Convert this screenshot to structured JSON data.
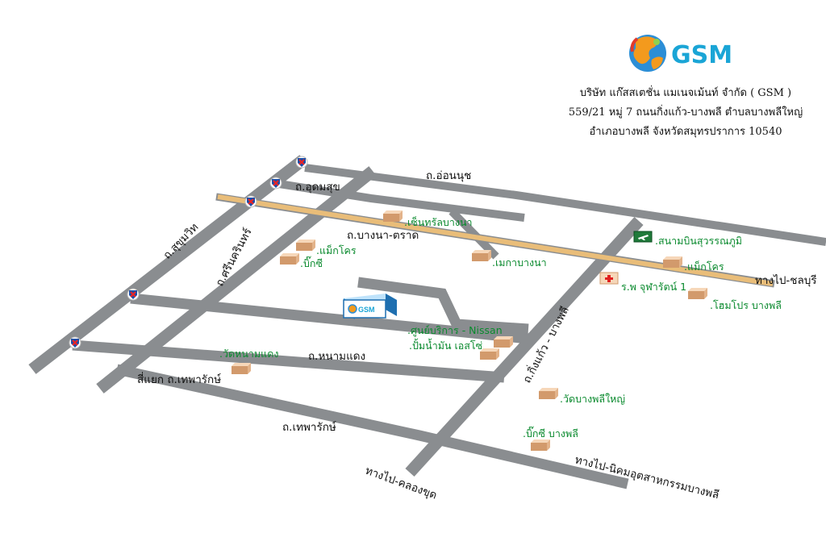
{
  "company": {
    "logo_text": "GSM",
    "line1": "บริษัท แก๊สสเตชั่น แมเนจเม้นท์ จำกัด ( GSM )",
    "line2": "559/21 หมู่ 7 ถนนกิ่งแก้ว-บางพลี  ตำบลบางพลีใหญ่",
    "line3": "อำเภอบางพลี  จังหวัดสมุทรปราการ 10540"
  },
  "roads": {
    "on_nut": "ถ.อ่อนนุช",
    "udom_suk": "ถ.อุดมสุข",
    "sukhumvit": "ถ.สุขุมวิท",
    "srinakarin": "ถ.ศรีนครินทร์",
    "bangna_trad": "ถ.บางนา-ตราด",
    "nam_daeng": "ถ.หนามแดง",
    "thepharak": "ถ.เทพารักษ์",
    "kingkaew": "ถ.กิ่งแก้ว - บางพลี",
    "thepharak_junction": "สี่แยก ถ.เทพารักษ์",
    "to_chonburi": "ทางไป-ชลบุรี",
    "to_khlong_khut": "ทางไป-คลองขุด",
    "to_industrial": "ทางไป-นิคมอุตสาหกรรมบางพลี"
  },
  "pois": {
    "central_bangna": ".เซ็นทรัลบางนา",
    "makro_1": ".แม็กโคร",
    "big_c_1": ".บิ๊กซี",
    "mega_bangna": ".เมกาบางนา",
    "suvarnabhumi": ".สนามบินสุวรรณภูมิ",
    "makro_2": ".แม็กโคร",
    "chularat": "ร.พ จุฬารัตน์ 1",
    "homepro": ".โฮมโปร บางพลี",
    "nissan": ".ศูนย์บริการ - Nissan",
    "esso": ".ปั้มน้ำมัน เอสโซ่",
    "wat_nam_daeng": ".วัดหนามแดง",
    "wat_bangphli_yai": ".วัดบางพลีใหญ่",
    "big_c_bangphli": ".บิ๊กซี บางพลี",
    "gsm_building": "GSM"
  },
  "colors": {
    "road": "#8a8d90",
    "rail_fill": "#e9bd79",
    "poi_text": "#0a8a2e",
    "logo_text": "#1aa5d6",
    "building": "#f6d7b9",
    "gsm_building": "#3aa0e0"
  },
  "icons": {
    "expressway_marker": "expressway-shield-icon",
    "airport": "airport-icon",
    "hospital": "hospital-cross-icon",
    "globe_logo": "globe-logo-icon"
  }
}
